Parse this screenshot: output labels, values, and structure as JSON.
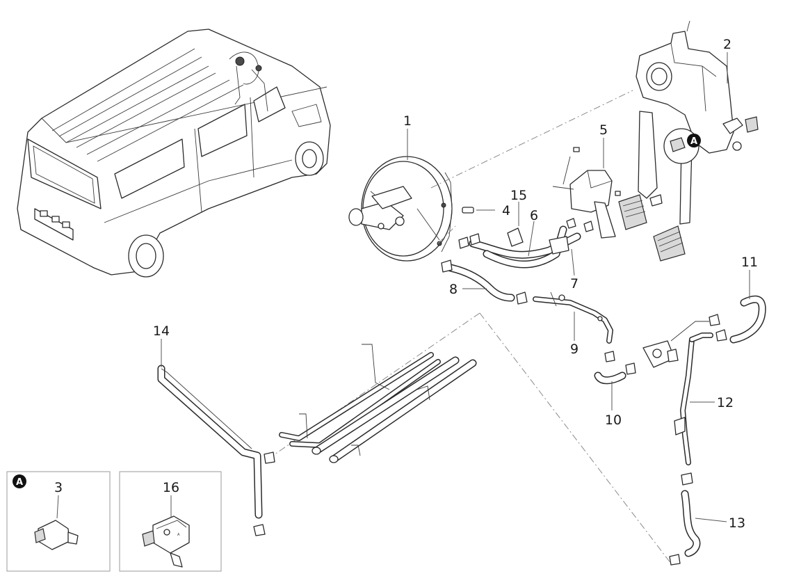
{
  "callouts": {
    "c1": "1",
    "c2": "2",
    "c3": "3",
    "c4": "4",
    "c5": "5",
    "c6": "6",
    "c7": "7",
    "c8": "8",
    "c9": "9",
    "c10": "10",
    "c11": "11",
    "c12": "12",
    "c13": "13",
    "c14": "14",
    "c15": "15",
    "c16": "16"
  },
  "detail_marker": "A",
  "detail_box_marker": "A",
  "sensor_label": "A",
  "colors": {
    "line": "#2a2a2a",
    "leader": "#555555",
    "dash": "#8a8a8a",
    "badge": "#111111"
  }
}
